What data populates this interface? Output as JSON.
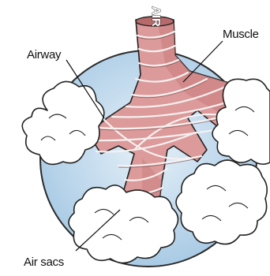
{
  "diagram": {
    "labels": {
      "airway": "Airway",
      "muscle": "Muscle",
      "air_sacs": "Air sacs",
      "air": "AIR"
    },
    "colors": {
      "circle_fill": "#c3dcef",
      "circle_stroke": "#2a2a2a",
      "airway_fill": "#dc9a9a",
      "airway_shade": "#c97e7e",
      "muscle_band": "#f5f1f1",
      "air_sac_fill": "#ffffff",
      "outline": "#222222"
    }
  }
}
